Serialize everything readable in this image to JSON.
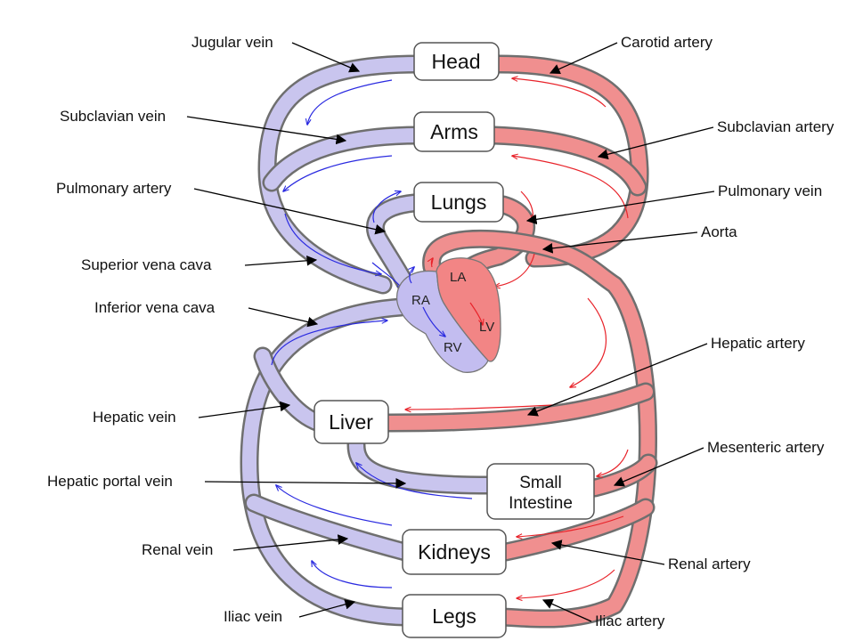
{
  "organs": {
    "head": "Head",
    "arms": "Arms",
    "lungs": "Lungs",
    "liver": "Liver",
    "small_intestine_line1": "Small",
    "small_intestine_line2": "Intestine",
    "kidneys": "Kidneys",
    "legs": "Legs"
  },
  "heart": {
    "ra": "RA",
    "la": "LA",
    "rv": "RV",
    "lv": "LV"
  },
  "labels": {
    "jugular_vein": "Jugular vein",
    "carotid_artery": "Carotid artery",
    "subclavian_vein": "Subclavian vein",
    "subclavian_artery": "Subclavian artery",
    "pulmonary_artery": "Pulmonary artery",
    "pulmonary_vein": "Pulmonary vein",
    "aorta": "Aorta",
    "superior_vena_cava": "Superior vena cava",
    "inferior_vena_cava": "Inferior vena cava",
    "hepatic_artery": "Hepatic artery",
    "hepatic_vein": "Hepatic vein",
    "mesenteric_artery": "Mesenteric artery",
    "hepatic_portal_vein": "Hepatic portal vein",
    "renal_vein": "Renal vein",
    "renal_artery": "Renal artery",
    "iliac_vein": "Iliac vein",
    "iliac_artery": "Iliac artery"
  },
  "colors": {
    "vein": "#c9c5ee",
    "artery": "#f08f8f",
    "vein_flow_arrow": "#2a2ae0",
    "artery_flow_arrow": "#e8232a",
    "heart_right": "#c3bdf0",
    "heart_left": "#f28585"
  }
}
